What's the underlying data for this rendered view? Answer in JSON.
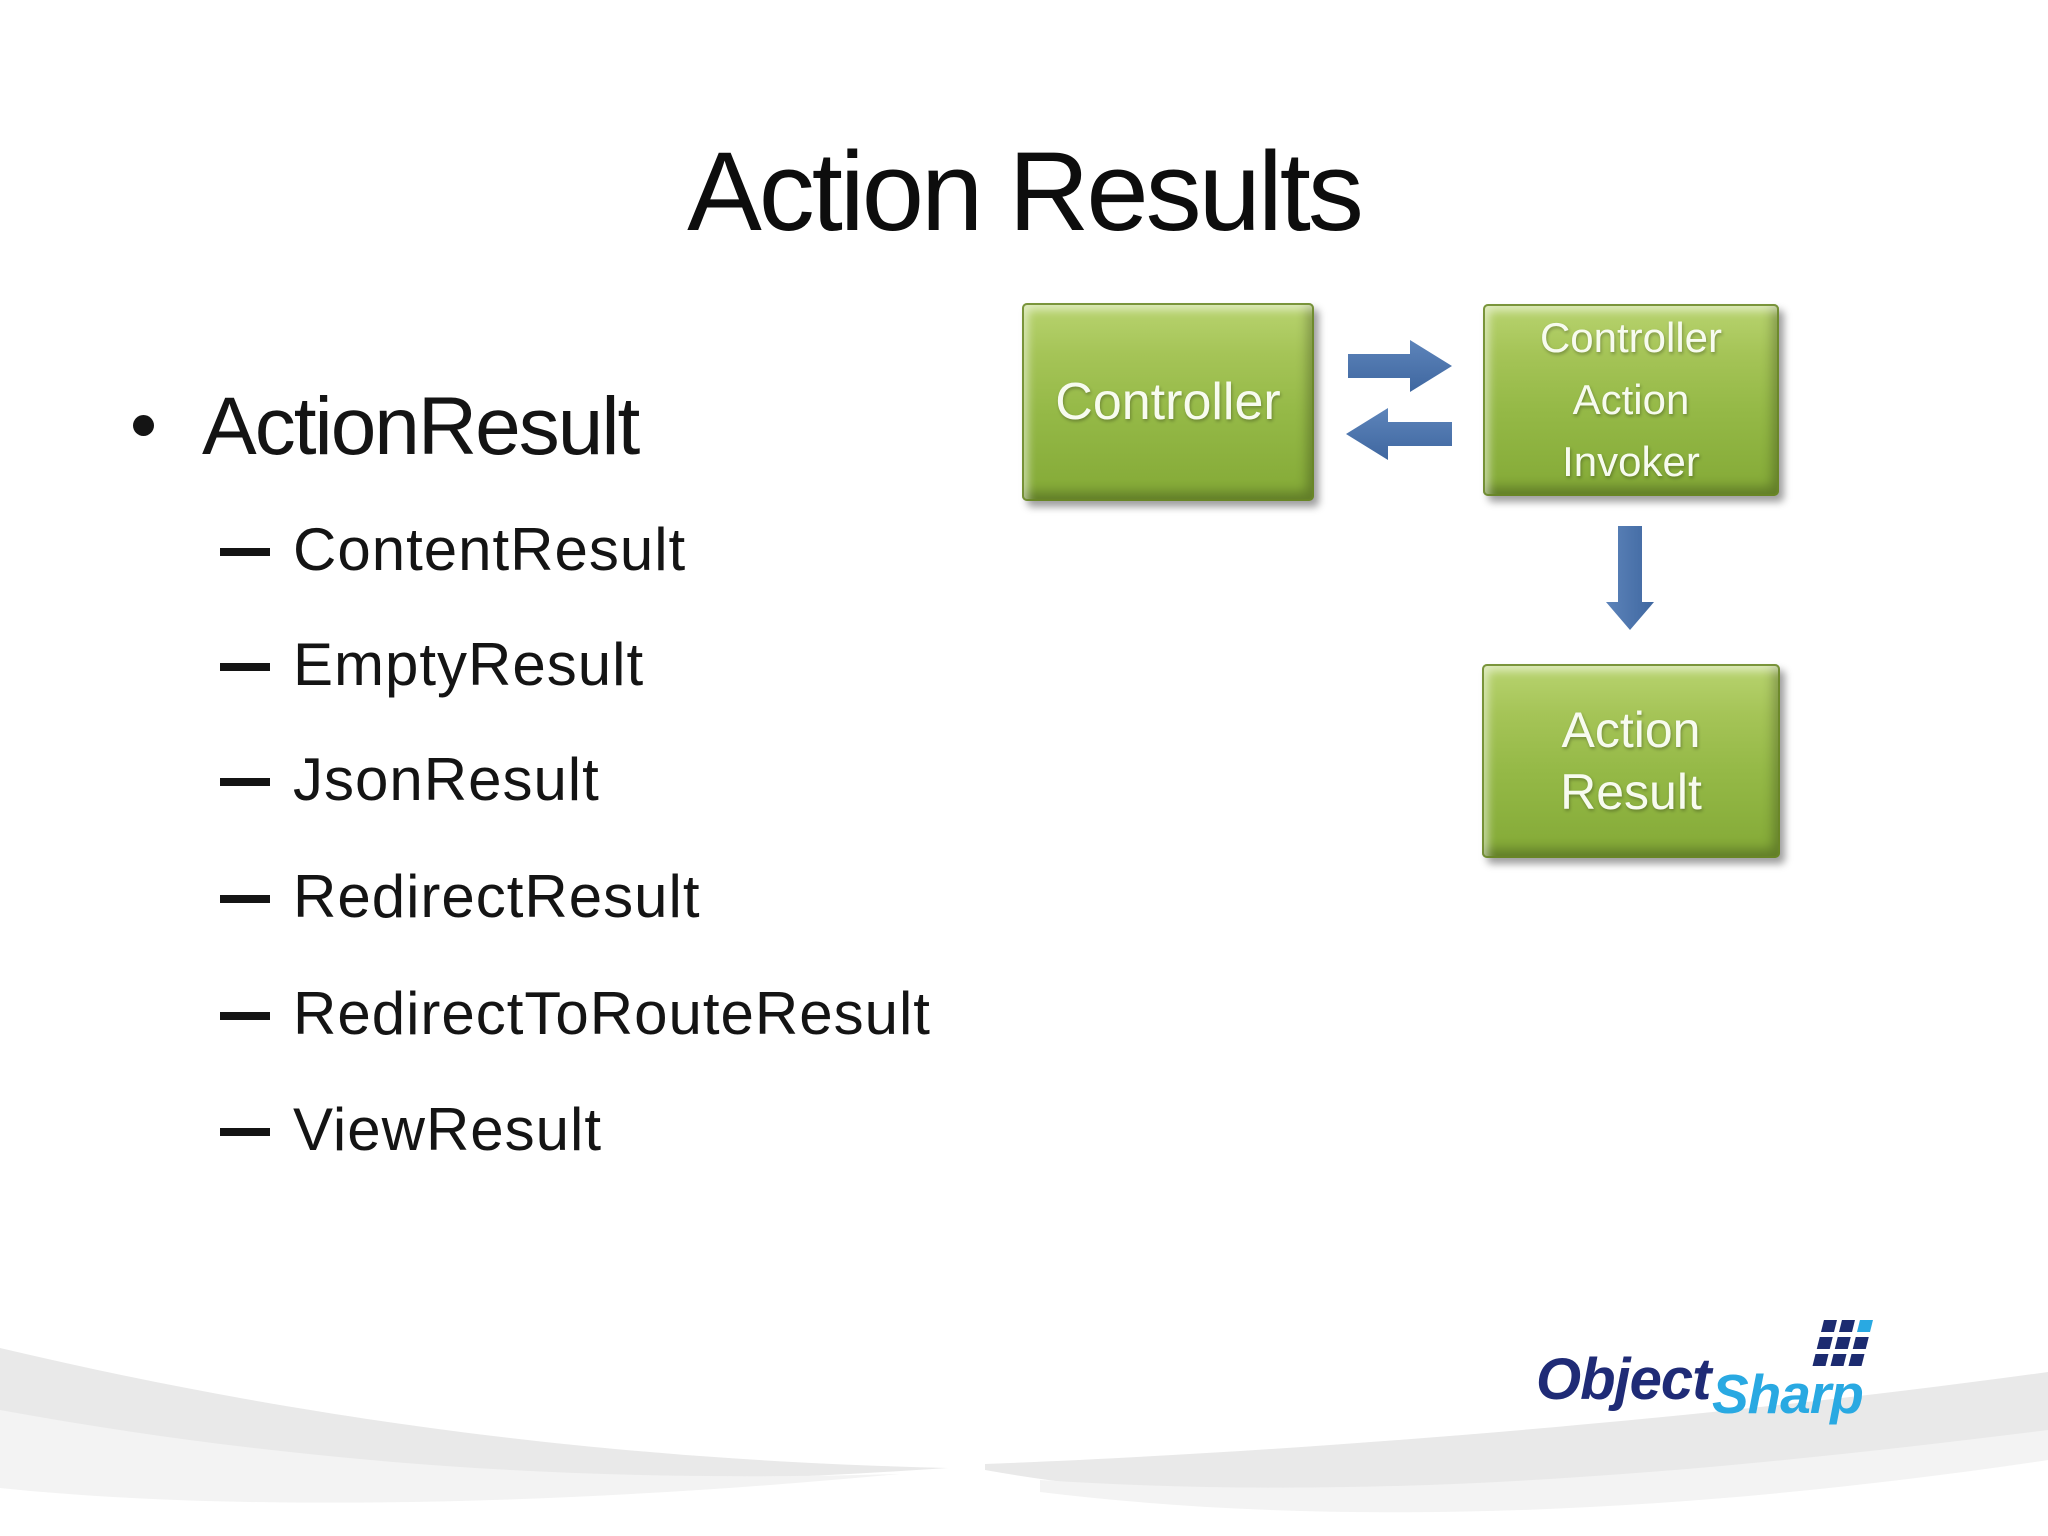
{
  "slide": {
    "title": "Action Results",
    "list": {
      "main": {
        "marker": "•",
        "label": "ActionResult"
      },
      "sub_marker": "–",
      "sub_items": [
        {
          "label": "ContentResult"
        },
        {
          "label": "EmptyResult"
        },
        {
          "label": "JsonResult"
        },
        {
          "label": "RedirectResult"
        },
        {
          "label": "RedirectToRouteResult"
        },
        {
          "label": "ViewResult"
        }
      ]
    },
    "diagram": {
      "controller_box": {
        "lines": [
          "Controller"
        ]
      },
      "invoker_box": {
        "lines": [
          "Controller",
          "Action",
          "Invoker"
        ]
      },
      "action_result_box": {
        "lines": [
          "Action",
          "Result"
        ]
      },
      "arrows": [
        {
          "name": "controller-to-invoker",
          "direction": "right"
        },
        {
          "name": "invoker-to-controller",
          "direction": "left"
        },
        {
          "name": "invoker-to-action-result",
          "direction": "down"
        }
      ],
      "colors": {
        "box_green_top": "#b9d470",
        "box_green_bottom": "#83a936",
        "arrow_blue": "#4b74ae"
      }
    },
    "logo": {
      "word1": "Object",
      "word2": "Sharp",
      "colors": {
        "word1": "#1f2b76",
        "word2": "#29a9e2"
      }
    },
    "colors": {
      "background": "#ffffff",
      "text": "#141414",
      "swoosh_gray": "#e9e9e9"
    }
  }
}
